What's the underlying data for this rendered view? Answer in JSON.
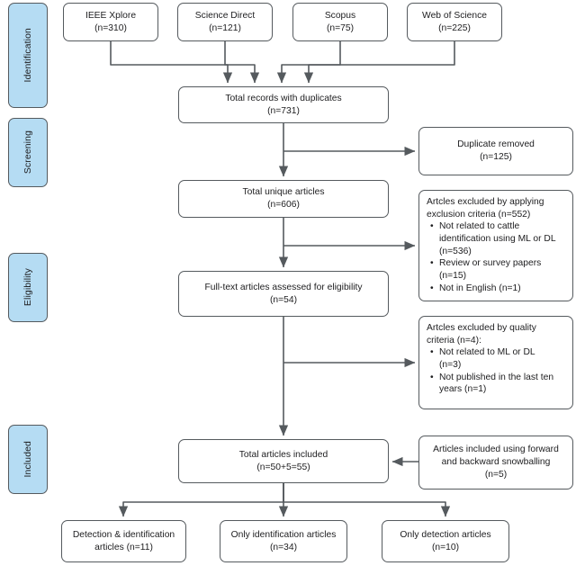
{
  "diagram": {
    "type": "prisma-flow-diagram",
    "stroke_color": "#555a5e",
    "phase_fill_color": "#b5dcf3",
    "box_fill_color": "#ffffff",
    "text_color": "#1d1d1f"
  },
  "phases": [
    {
      "label": "Identification"
    },
    {
      "label": "Screening"
    },
    {
      "label": "Eligibility"
    },
    {
      "label": "Included"
    }
  ],
  "sources": [
    {
      "label": "IEEE Xplore\n(n=310)",
      "name": "ieee-xplore",
      "n": 310
    },
    {
      "label": "Science Direct\n(n=121)",
      "name": "science-direct",
      "n": 121
    },
    {
      "label": "Scopus\n(n=75)",
      "name": "scopus",
      "n": 75
    },
    {
      "label": "Web of Science\n(n=225)",
      "name": "web-of-science",
      "n": 225
    }
  ],
  "main_flow": {
    "total_records": {
      "label": "Total records with duplicates\n(n=731)",
      "n": 731
    },
    "unique_articles": {
      "label": "Total unique articles\n(n=606)",
      "n": 606
    },
    "fulltext_assessed": {
      "label": "Full-text articles assessed for eligibility\n(n=54)",
      "n": 54
    },
    "total_included": {
      "label": "Total articles included\n(n=50+5=55)",
      "n": 55
    }
  },
  "side_boxes": {
    "duplicate_removed": {
      "label": "Duplicate removed\n(n=125)",
      "n": 125
    },
    "excluded_exclusion_criteria": {
      "lead": "Artcles excluded by applying\nexclusion criteria (n=552)",
      "n": 552,
      "items": [
        "Not related to cattle\nidentification using ML or DL\n(n=536)",
        "Review or survey papers\n(n=15)",
        "Not in English (n=1)"
      ]
    },
    "excluded_quality_criteria": {
      "lead": "Artcles excluded by quality\ncriteria (n=4):",
      "n": 4,
      "items": [
        "Not related to ML or DL\n(n=3)",
        "Not published in the last ten\nyears (n=1)"
      ]
    },
    "snowballing_included": {
      "label": "Articles included using forward\nand backward snowballing\n(n=5)",
      "n": 5
    }
  },
  "outcomes": [
    {
      "label": "Detection & identification\narticles (n=11)",
      "name": "detection-and-identification",
      "n": 11
    },
    {
      "label": "Only identification articles\n(n=34)",
      "name": "only-identification",
      "n": 34
    },
    {
      "label": "Only detection articles\n(n=10)",
      "name": "only-detection",
      "n": 10
    }
  ]
}
